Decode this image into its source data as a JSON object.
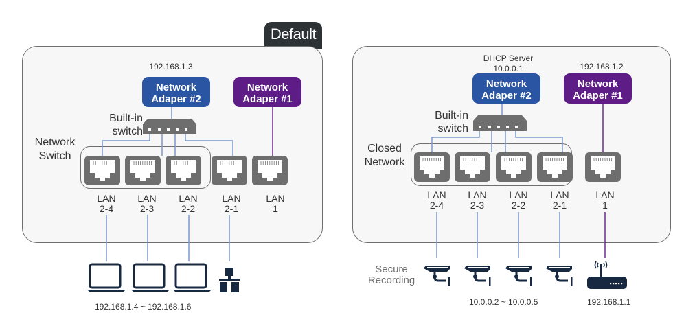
{
  "colors": {
    "panel_bg": "#f7f7f7",
    "panel_border": "#6f6f6f",
    "tab_bg": "#2d3235",
    "adapter2": "#2a55a2",
    "adapter1": "#5e1d86",
    "blue_link": "#7b98c9",
    "purple_link": "#6a2a8e",
    "icon_dark": "#172841",
    "port_gray": "#6e6e6e"
  },
  "left": {
    "tab_label": "Default",
    "adapter2_ip": "192.168.1.3",
    "adapter2_label": [
      "Network",
      "Adaper #2"
    ],
    "adapter1_label": [
      "Network",
      "Adaper #1"
    ],
    "switch_label": [
      "Built-in",
      "switch"
    ],
    "group_label": [
      "Network",
      "Switch"
    ],
    "ports": [
      {
        "line1": "LAN",
        "line2": "2-4"
      },
      {
        "line1": "LAN",
        "line2": "2-3"
      },
      {
        "line1": "LAN",
        "line2": "2-2"
      },
      {
        "line1": "LAN",
        "line2": "2-1"
      },
      {
        "line1": "LAN",
        "line2": "1"
      }
    ],
    "devices": [
      "laptop-icon",
      "laptop-icon",
      "laptop-icon",
      "network-hub-icon"
    ],
    "footer_ip": "192.168.1.4 ~ 192.168.1.6"
  },
  "right": {
    "adapter2_caption": "DHCP Server",
    "adapter2_ip": "10.0.0.1",
    "adapter1_ip": "192.168.1.2",
    "adapter2_label": [
      "Network",
      "Adaper #2"
    ],
    "adapter1_label": [
      "Network",
      "Adaper #1"
    ],
    "switch_label": [
      "Built-in",
      "switch"
    ],
    "group_label": [
      "Closed",
      "Network"
    ],
    "ports": [
      {
        "line1": "LAN",
        "line2": "2-4"
      },
      {
        "line1": "LAN",
        "line2": "2-3"
      },
      {
        "line1": "LAN",
        "line2": "2-2"
      },
      {
        "line1": "LAN",
        "line2": "2-1"
      },
      {
        "line1": "LAN",
        "line2": "1"
      }
    ],
    "devices": [
      "cctv-camera-icon",
      "cctv-camera-icon",
      "cctv-camera-icon",
      "cctv-camera-icon",
      "wifi-router-icon"
    ],
    "secure_label": [
      "Secure",
      "Recording"
    ],
    "cameras_ip": "10.0.0.2 ~ 10.0.0.5",
    "router_ip": "192.168.1.1"
  }
}
